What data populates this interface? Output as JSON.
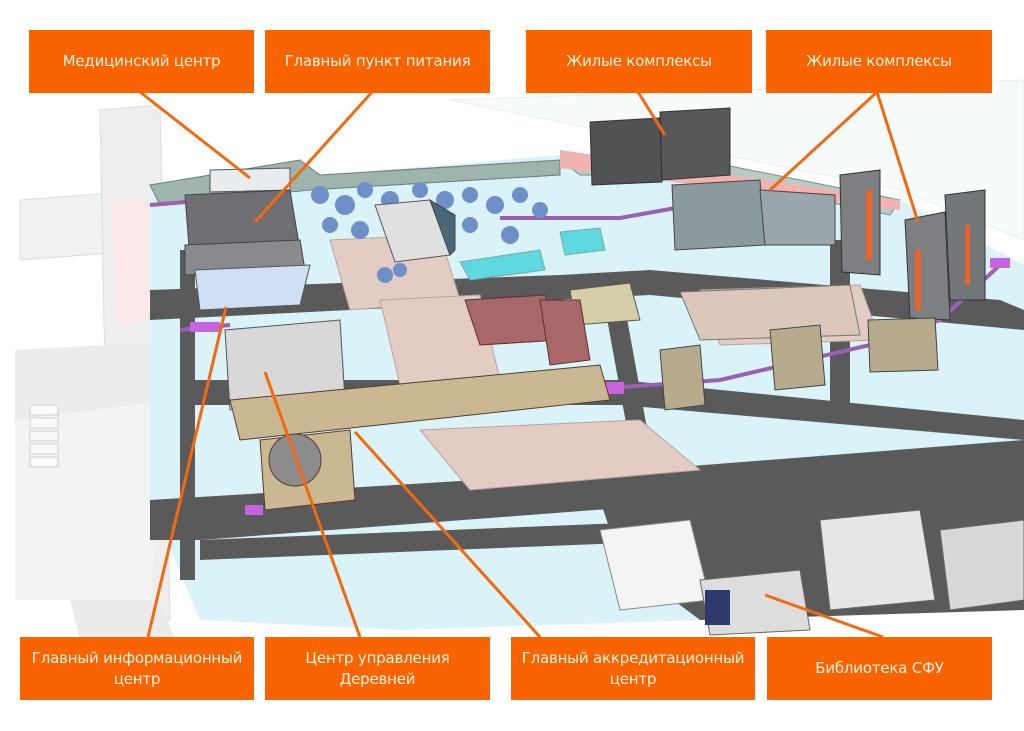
{
  "title": "Campus map callouts",
  "accent_color": "#fa6400",
  "labels": {
    "medical_center": "Медицинский центр",
    "main_catering": "Главный пункт питания",
    "residential_1": "Жилые комплексы",
    "residential_2": "Жилые комплексы",
    "main_info_center": "Главный информационный\nцентр",
    "village_management": "Центр управления\nДеревней",
    "main_accreditation": "Главный аккредитационный\nцентр",
    "library": "Библиотека СФУ"
  }
}
